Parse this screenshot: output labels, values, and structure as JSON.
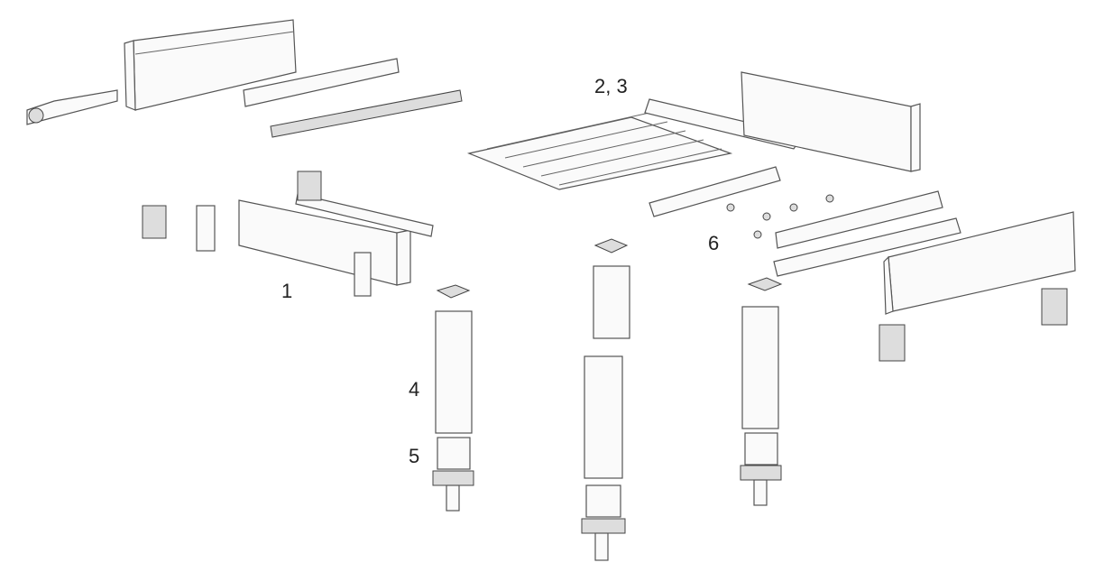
{
  "diagram": {
    "callouts": {
      "frame_beam": "1",
      "louvers": "2, 3",
      "post": "4",
      "post_base": "5",
      "louver_hardware": "6"
    }
  }
}
